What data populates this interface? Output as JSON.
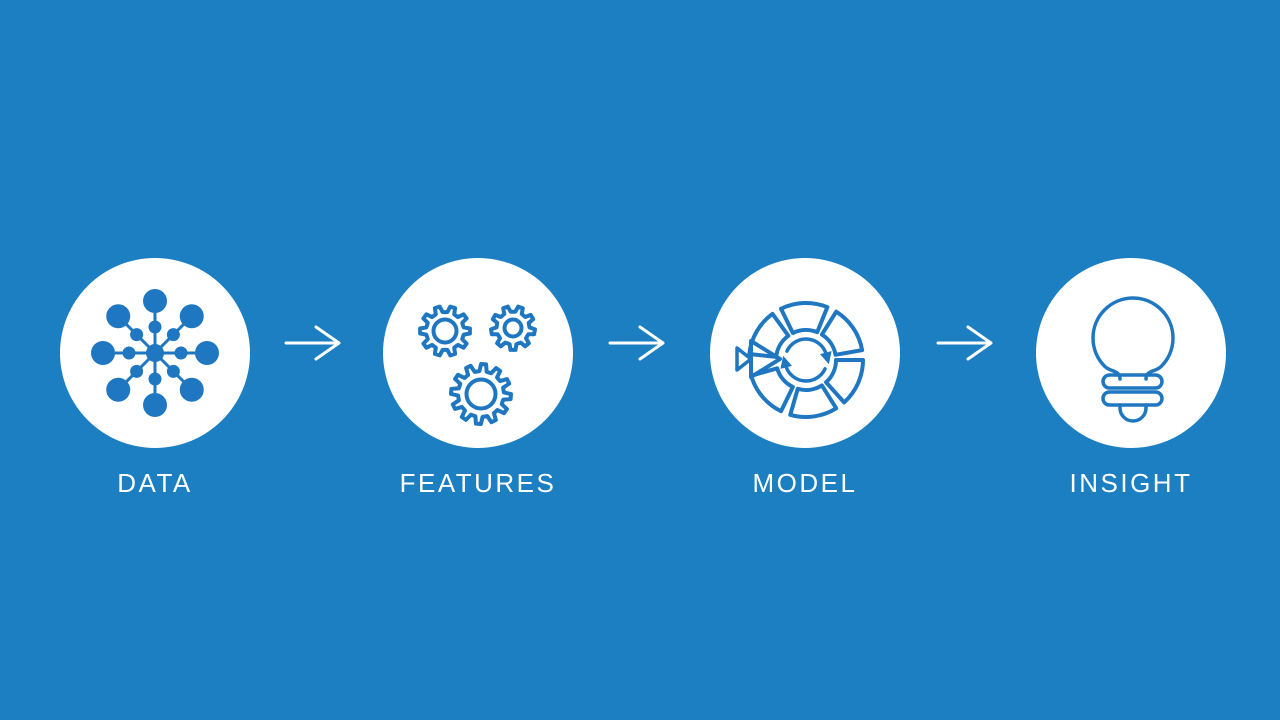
{
  "slide": {
    "steps": [
      {
        "label": "DATA",
        "icon": "data-network-icon"
      },
      {
        "label": "FEATURES",
        "icon": "gears-icon"
      },
      {
        "label": "MODEL",
        "icon": "model-iteration-icon"
      },
      {
        "label": "INSIGHT",
        "icon": "lightbulb-icon"
      }
    ],
    "connector_icon": "right-arrow-icon"
  },
  "theme": {
    "background": "#1B7FC2",
    "icon_blue": "#1E77C0",
    "circle_fill": "#FFFFFF",
    "label_color": "#FFFFFF",
    "arrow_color": "#FFFFFF"
  }
}
